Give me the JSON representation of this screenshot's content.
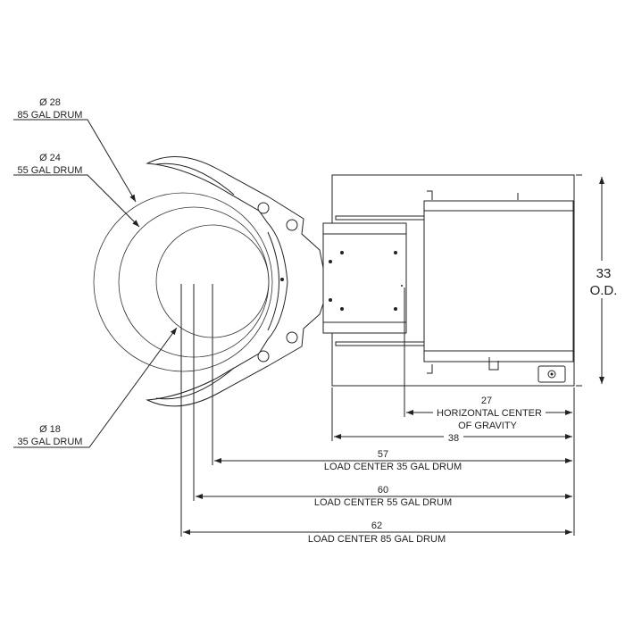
{
  "drum_callouts": {
    "d85": {
      "diameter": "Ø 28",
      "label": "85 GAL DRUM"
    },
    "d55": {
      "diameter": "Ø 24",
      "label": "55 GAL DRUM"
    },
    "d35": {
      "diameter": "Ø 18",
      "label": "35 GAL DRUM"
    }
  },
  "overall_height": {
    "value": "33",
    "label": "O.D."
  },
  "dimensions": {
    "cog": {
      "value": "27",
      "line1": "HORIZONTAL CENTER",
      "line2": "OF GRAVITY"
    },
    "length": {
      "value": "38"
    },
    "lc35": {
      "value": "57",
      "label": "LOAD CENTER 35 GAL DRUM"
    },
    "lc55": {
      "value": "60",
      "label": "LOAD CENTER 55 GAL DRUM"
    },
    "lc85": {
      "value": "62",
      "label": "LOAD CENTER 85 GAL DRUM"
    }
  }
}
